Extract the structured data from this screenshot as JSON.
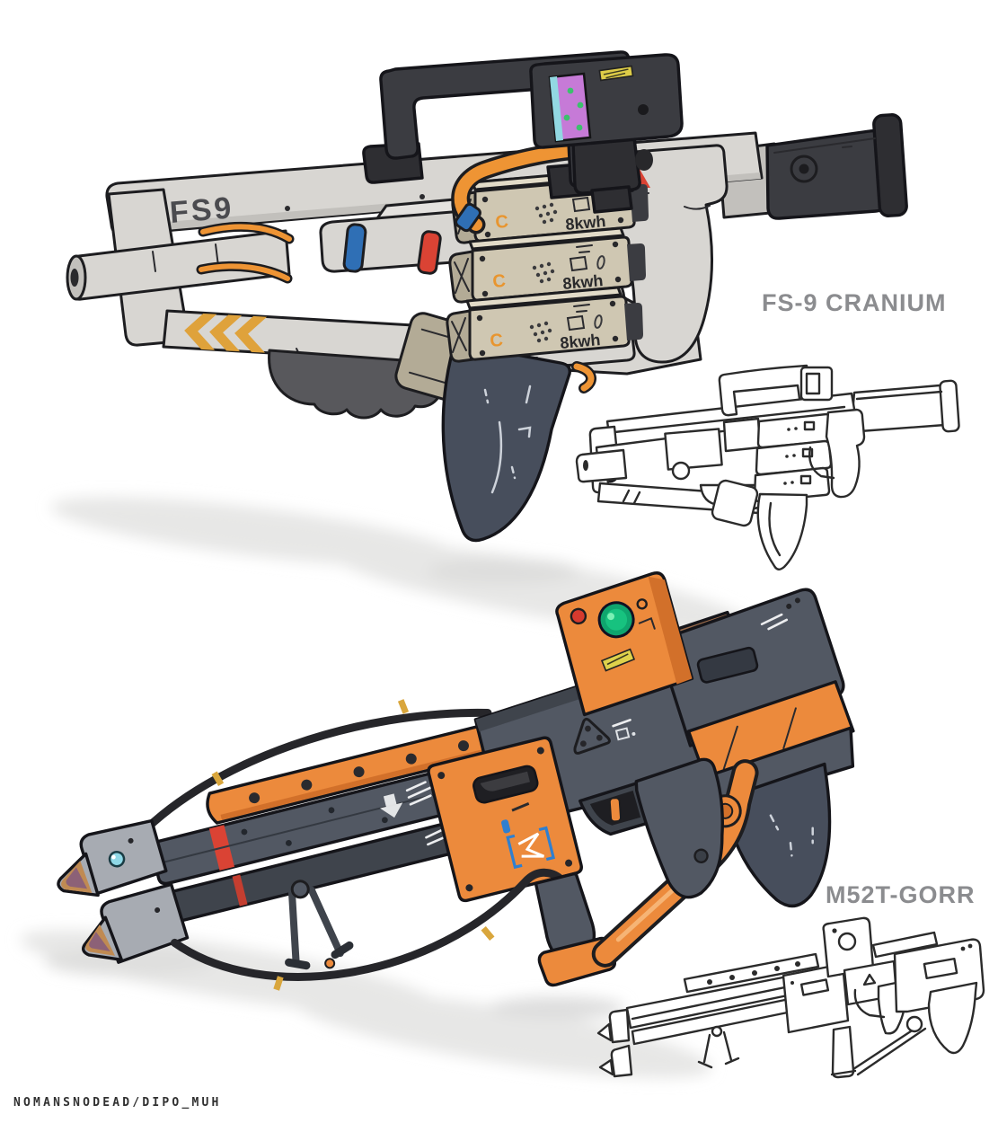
{
  "canvas": {
    "background_color": "#ffffff"
  },
  "weapons": [
    {
      "name": "FS-9 CRANIUM",
      "label": "FS-9 CRANIUM",
      "label_color": "#8b8c8f",
      "markings": {
        "receiver": "FS9",
        "battery_capacity": "8kwh",
        "battery_connector": "C",
        "battery_pack_count": 3
      },
      "palette": {
        "body": "#d8d6d2",
        "dark_parts": "#3b3c41",
        "battery_beige": "#cfc7b2",
        "magazine_navy": "#474e5c",
        "cable_orange": "#ee9434",
        "chevron_yellow": "#dfa23b",
        "sight_screen_magenta": "#c67ad7",
        "sight_dots_green": "#3cc06d",
        "warning_red": "#da4334",
        "fitting_blue": "#2f6fb5",
        "label_yellow": "#ddcc48"
      },
      "has_line_art_sketch": true
    },
    {
      "name": "M52T-GORR",
      "label": "M52T-GORR",
      "label_color": "#8b8c8f",
      "palette": {
        "body_gray": "#525863",
        "accent_orange": "#ec8a3c",
        "rail_brown": "#9a6b4b",
        "stock_fin_navy": "#454c59",
        "ring_red": "#da4334",
        "lens_green": "#17c27f",
        "dot_red": "#d63a2e",
        "label_yellow": "#ded24b",
        "muzzle_lens_cyan": "#8fd8e6",
        "marking_blue": "#2f7fd0",
        "cable_black": "#26262a"
      },
      "has_line_art_sketch": true
    }
  ],
  "signature": {
    "text": "NOMANSNODEAD/DIPO_MUH",
    "color": "#303030"
  }
}
